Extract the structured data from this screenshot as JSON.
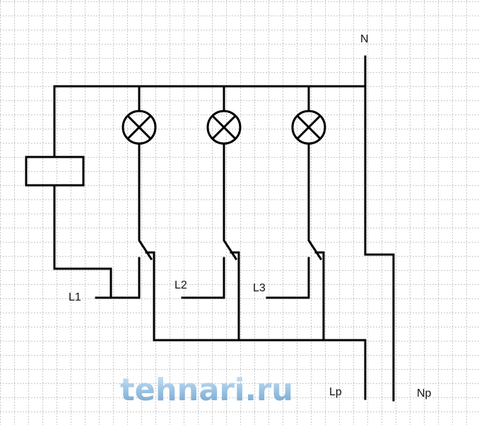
{
  "title": "Three-switch lighting circuit with relay",
  "labels": {
    "neutral": "N",
    "line1": "L1",
    "line2": "L2",
    "line3": "L3",
    "line_out": "Lp",
    "neutral_out": "Np"
  },
  "watermark": "tehnari.ru",
  "components": {
    "lamps": [
      "lamp-1",
      "lamp-2",
      "lamp-3"
    ],
    "switches": [
      "switch-1",
      "switch-2",
      "switch-3"
    ],
    "relay": "relay-coil"
  },
  "colors": {
    "wire": "#000000",
    "grid": "#c8c8c8",
    "watermark": "#9cc4e4"
  }
}
